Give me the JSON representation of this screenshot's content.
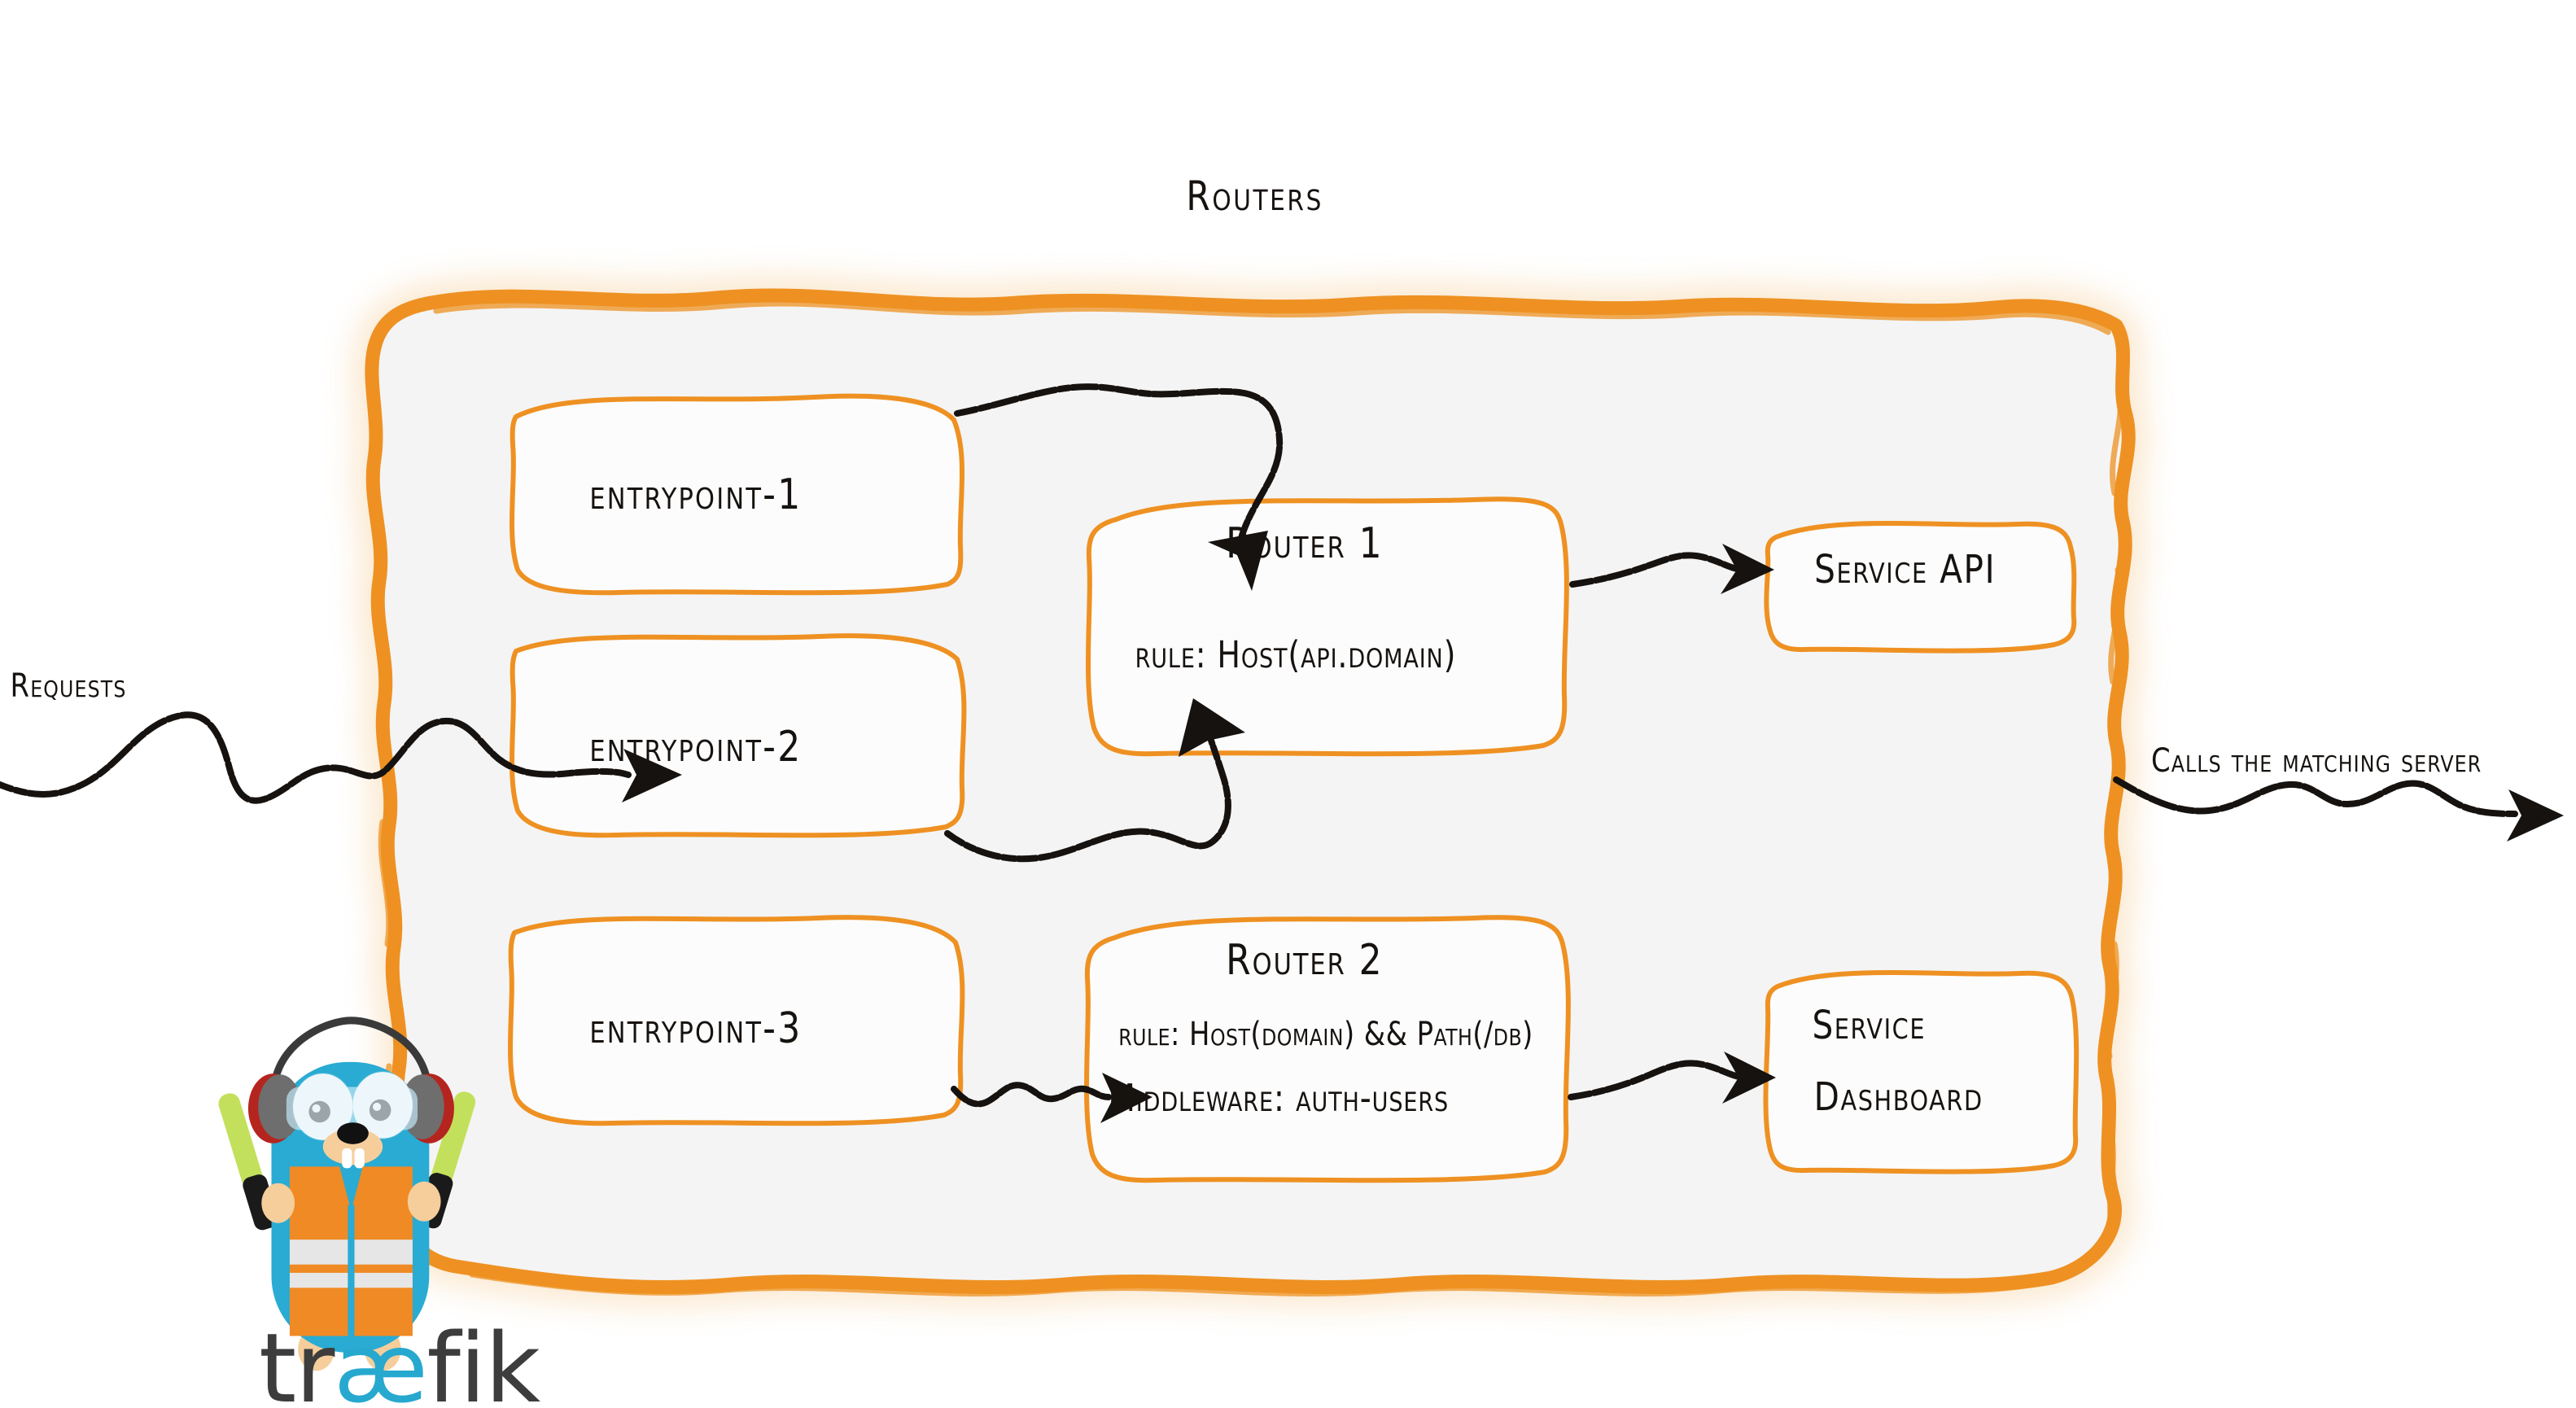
{
  "diagram": {
    "title": "Routers",
    "type": "traefik-routing-architecture",
    "colors": {
      "accent_orange": "#EE9122",
      "container_fill": "#F4F4F4",
      "box_border": "#EE9122",
      "box_fill": "#FCFCFC",
      "ink": "#16120F",
      "gopher_body": "#29ABD3",
      "gopher_vest": "#F08A24",
      "logo_text": "#3D3D3D",
      "logo_accent": "#27A8CF"
    }
  },
  "entrypoints": [
    {
      "label": "entrypoint-1"
    },
    {
      "label": "entrypoint-2"
    },
    {
      "label": "entrypoint-3"
    }
  ],
  "routers": [
    {
      "title": "Router 1",
      "lines": [
        "rule: Host(api.domain)"
      ]
    },
    {
      "title": "Router 2",
      "lines": [
        "rule: Host(domain) && Path(/db)",
        "Middleware: auth-users"
      ]
    }
  ],
  "services": [
    {
      "label": "Service API",
      "lines": [
        "Service API"
      ]
    },
    {
      "label": "Service Dashboard",
      "lines": [
        "Service",
        "Dashboard"
      ]
    }
  ],
  "edges": {
    "incoming_label": "Requests",
    "outgoing_label": "Calls the matching server"
  },
  "brand": {
    "logo_text_left": "tr",
    "logo_text_ae": "æ",
    "logo_text_right": "fik",
    "mascot": "traefik-gopher"
  }
}
